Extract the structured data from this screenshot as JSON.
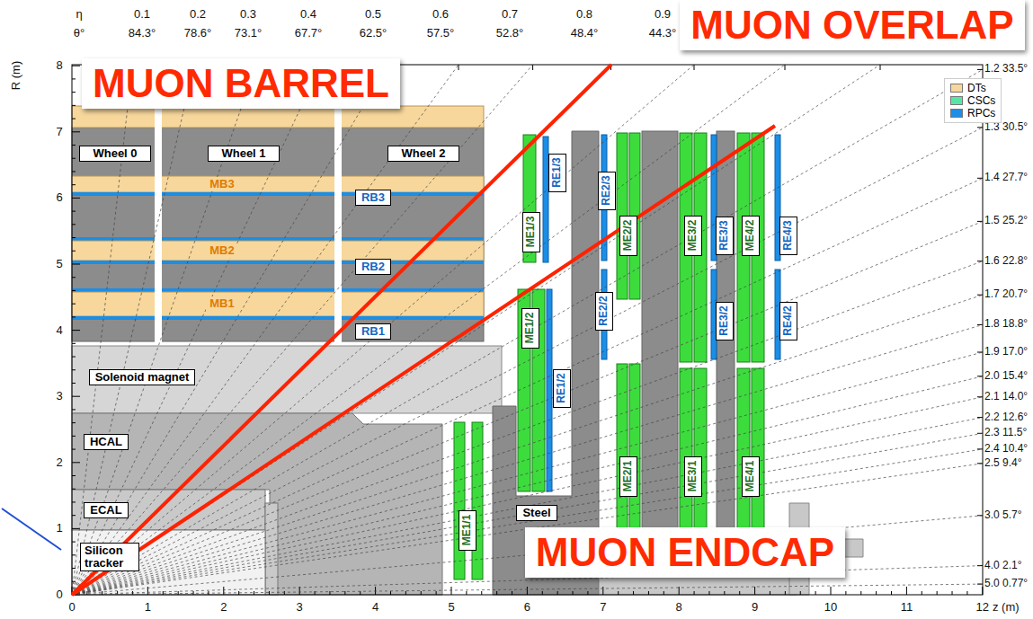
{
  "diagram": {
    "nodes": [
      {
        "text": [
          "MUON OVERLAP"
        ]
      },
      {
        "text": [
          "MUON BARREL"
        ]
      },
      {
        "text": [
          "Wheel 0"
        ]
      },
      {
        "text": [
          "Wheel 1"
        ]
      },
      {
        "text": [
          "Wheel 2"
        ]
      },
      {
        "text": [
          "MB3"
        ]
      },
      {
        "text": [
          "RB3"
        ]
      },
      {
        "text": [
          "ME1/3"
        ]
      },
      {
        "text": [
          "RE1/3"
        ]
      },
      {
        "text": [
          "RE2/3"
        ]
      },
      {
        "text": [
          "ME2/2"
        ]
      },
      {
        "text": [
          "ME3/2"
        ]
      },
      {
        "text": [
          "RE3/3"
        ]
      },
      {
        "text": [
          "ME4/2"
        ]
      },
      {
        "text": [
          "RE4/3"
        ]
      },
      {
        "text": [
          "MB2"
        ]
      },
      {
        "text": [
          "RB2"
        ]
      },
      {
        "text": [
          "RE2/2"
        ]
      },
      {
        "text": [
          "RE3/2"
        ]
      },
      {
        "text": [
          "RE4/2"
        ]
      },
      {
        "text": [
          "ME1/2"
        ]
      },
      {
        "text": [
          "RE1/2"
        ]
      },
      {
        "text": [
          "MB1"
        ]
      },
      {
        "text": [
          "RB1"
        ]
      },
      {
        "text": [
          "Solenoid magnet"
        ]
      },
      {
        "text": [
          "ME2/1"
        ]
      },
      {
        "text": [
          "ME3/1"
        ]
      },
      {
        "text": [
          "ME4/1"
        ]
      },
      {
        "text": [
          "HCAL"
        ]
      },
      {
        "text": [
          "ME1/1"
        ]
      },
      {
        "text": [
          "ECAL"
        ]
      },
      {
        "text": [
          "Steel"
        ]
      },
      {
        "text": [
          "Silicon tracker"
        ]
      },
      {
        "text": [
          "MUON ENDCAP"
        ]
      }
    ],
    "labels": [
      "η",
      "θ°",
      "0.1",
      "0.2",
      "0.3",
      "0.4",
      "0.5",
      "0.6",
      "0.7",
      "0.8",
      "0.9",
      "84.3°",
      "78.6°",
      "73.1°",
      "67.7°",
      "62.5°",
      "57.5°",
      "52.8°",
      "48.4°",
      "44.3°",
      "1.2 33.5°",
      "1.3 30.5°",
      "1.4 27.7°",
      "1.5 25.2°",
      "1.6 22.8°",
      "1.7 20.7°",
      "1.8 18.8°",
      "1.9 17.0°",
      "2.0 15.4°",
      "2.1 14.0°",
      "2.2 12.6°",
      "2.3 11.5°",
      "2.4 10.4°",
      "2.5 9.4°",
      "3.0 5.7°",
      "4.0 2.1°",
      "5.0 0.77°",
      "R (m)",
      "0",
      "1",
      "2",
      "3",
      "4",
      "5",
      "6",
      "7",
      "8",
      "0",
      "1",
      "2",
      "3",
      "4",
      "5",
      "6",
      "7",
      "8",
      "9",
      "10",
      "11",
      "12",
      "z (m)"
    ],
    "legend": [
      {
        "text": "DTs",
        "color": "#f7d79b"
      },
      {
        "text": "CSCs",
        "color": "#55e6a5"
      },
      {
        "text": "RPCs",
        "color": "#1b8ee6"
      }
    ]
  }
}
